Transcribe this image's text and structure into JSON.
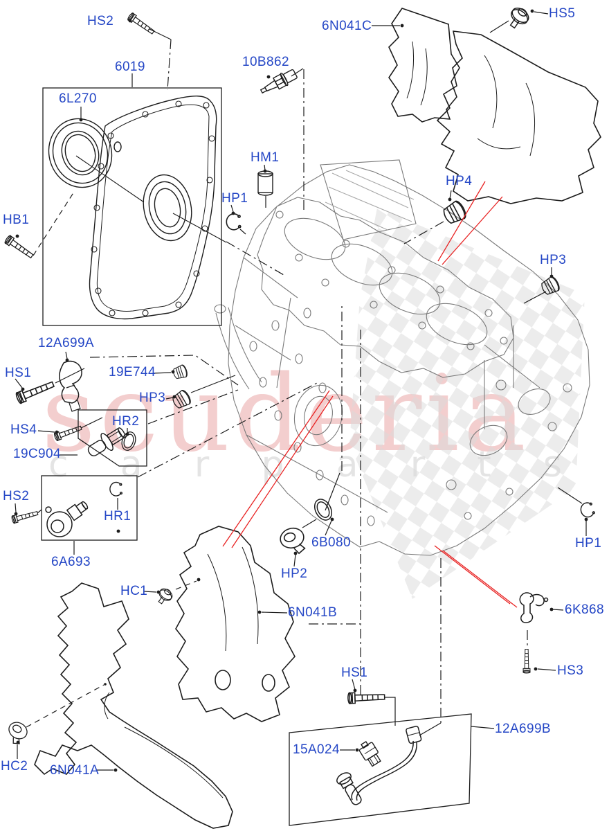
{
  "watermark": {
    "brand": "scuderia",
    "tagline": "c a r  p a r t s"
  },
  "colors": {
    "label_blue": "#2547c6",
    "diagram_line": "#1c1c1c",
    "engine_line": "#7a7a7a",
    "pointer_red": "#e82222",
    "watermark_red": "#f2c6c6",
    "watermark_gray": "#e4e4e4"
  },
  "labels": [
    {
      "id": "hs2-top",
      "text": "HS2"
    },
    {
      "id": "6019",
      "text": "6019"
    },
    {
      "id": "6l270",
      "text": "6L270"
    },
    {
      "id": "10b862",
      "text": "10B862"
    },
    {
      "id": "hm1",
      "text": "HM1"
    },
    {
      "id": "hp1-left",
      "text": "HP1"
    },
    {
      "id": "6n041c",
      "text": "6N041C"
    },
    {
      "id": "hs5",
      "text": "HS5"
    },
    {
      "id": "hp4",
      "text": "HP4"
    },
    {
      "id": "hp3-right",
      "text": "HP3"
    },
    {
      "id": "hb1",
      "text": "HB1"
    },
    {
      "id": "12a699a",
      "text": "12A699A"
    },
    {
      "id": "hs1-mid",
      "text": "HS1"
    },
    {
      "id": "19e744",
      "text": "19E744"
    },
    {
      "id": "hp3-left",
      "text": "HP3"
    },
    {
      "id": "hs4",
      "text": "HS4"
    },
    {
      "id": "hr2",
      "text": "HR2"
    },
    {
      "id": "19c904",
      "text": "19C904"
    },
    {
      "id": "hs2-low",
      "text": "HS2"
    },
    {
      "id": "hr1",
      "text": "HR1"
    },
    {
      "id": "6a693",
      "text": "6A693"
    },
    {
      "id": "hc1",
      "text": "HC1"
    },
    {
      "id": "6n041b",
      "text": "6N041B"
    },
    {
      "id": "6b080",
      "text": "6B080"
    },
    {
      "id": "hp2",
      "text": "HP2"
    },
    {
      "id": "hp1-right",
      "text": "HP1"
    },
    {
      "id": "6k868",
      "text": "6K868"
    },
    {
      "id": "hs3",
      "text": "HS3"
    },
    {
      "id": "hs1-bot",
      "text": "HS1"
    },
    {
      "id": "12a699b",
      "text": "12A699B"
    },
    {
      "id": "15a024",
      "text": "15A024"
    },
    {
      "id": "hc2",
      "text": "HC2"
    },
    {
      "id": "6n041a",
      "text": "6N041A"
    }
  ]
}
